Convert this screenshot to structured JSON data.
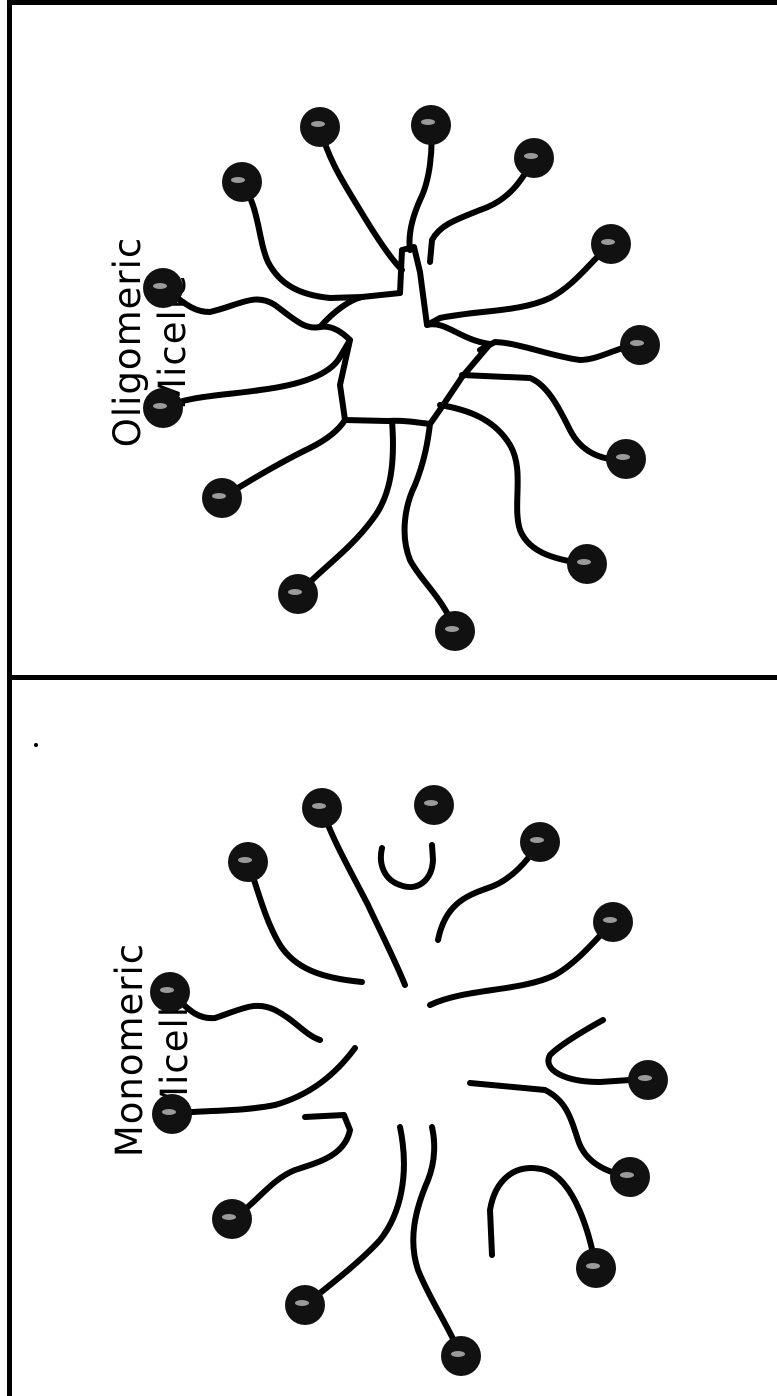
{
  "panels": [
    {
      "id": "oligomeric",
      "label_line1": "Oligomeric",
      "label_line2": "Micelle"
    },
    {
      "id": "monomeric",
      "label_line1": "Monomeric",
      "label_line2": "Micelle"
    }
  ],
  "colors": {
    "line": "#000000",
    "head": "#111111",
    "background": "#ffffff"
  }
}
